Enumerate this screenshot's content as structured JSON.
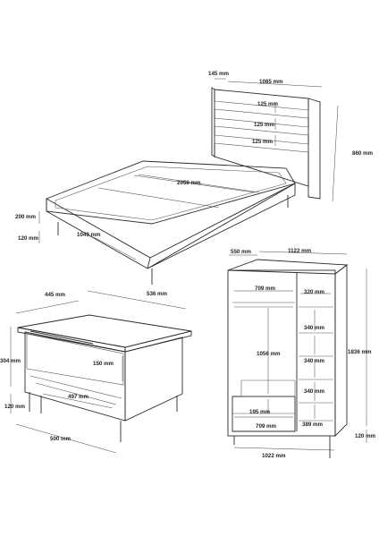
{
  "bed": {
    "headboard_depth": "145 mm",
    "headboard_width": "1085 mm",
    "slat_gap_1": "125 mm",
    "slat_gap_2": "125 mm",
    "slat_gap_3": "125 mm",
    "headboard_height": "860 mm",
    "length": "2056 mm",
    "frame_height": "200 mm",
    "leg_height": "120 mm",
    "width": "1049 mm"
  },
  "nightstand": {
    "depth": "445 mm",
    "width": "536 mm",
    "height": "304 mm",
    "drawer_height": "150 mm",
    "shelf_width": "497 mm",
    "leg_height": "120 mm",
    "base_width": "500 mm"
  },
  "wardrobe": {
    "depth": "550 mm",
    "width": "1122 mm",
    "hanging_width": "709 mm",
    "shelf_width": "320 mm",
    "shelf_gap_1": "340 mm",
    "hanging_height": "1056 mm",
    "shelf_gap_2": "340 mm",
    "shelf_gap_3": "340 mm",
    "total_height": "1836 mm",
    "drawer_height": "195 mm",
    "drawer_width": "709 mm",
    "bottom_shelf_gap": "389 mm",
    "leg_height": "120 mm",
    "base_width": "1022 mm"
  }
}
